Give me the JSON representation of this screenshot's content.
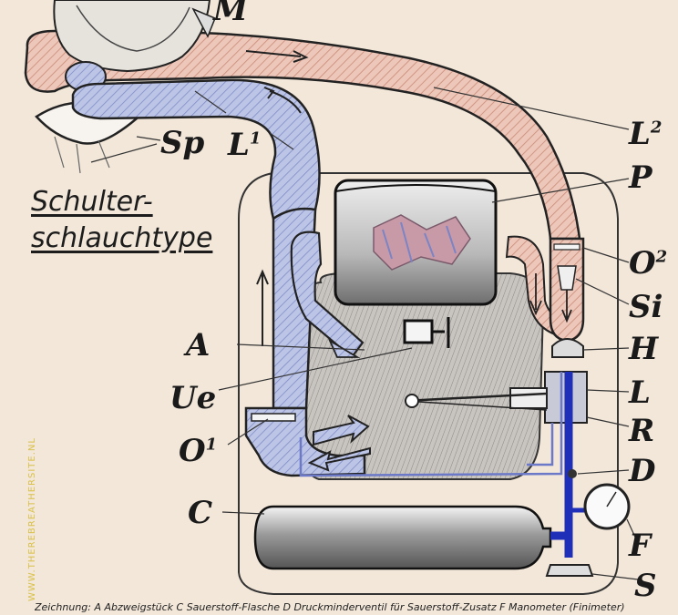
{
  "title_lines": [
    "Schulter-",
    "schlauchtype"
  ],
  "labels": {
    "M": "M",
    "L1_base": "L",
    "L1_sup": "1",
    "Sp": "Sp",
    "L2_base": "L",
    "L2_sup": "2",
    "P": "P",
    "O2_base": "O",
    "O2_sup": "2",
    "Si": "Si",
    "A": "A",
    "H": "H",
    "Ue": "Ue",
    "L": "L",
    "O1_base": "O",
    "O1_sup": "1",
    "R": "R",
    "D": "D",
    "C": "C",
    "F": "F",
    "S": "S"
  },
  "watermark": "WWW.THEREBREATHERSITE.NL",
  "caption": "Zeichnung: A Abzweigstück  C Sauerstoff-Flasche  D Druckminderventil für Sauerstoff-Zusatz  F Manometer (Finimeter)",
  "colors": {
    "exhale": "#e8b8a8",
    "inhale": "#a9b4dc",
    "oxygen_line": "#1f2fb8",
    "ink": "#1a1a1a",
    "paper": "#f2e7d9",
    "cartridge_fill": "#cfcfcf"
  }
}
